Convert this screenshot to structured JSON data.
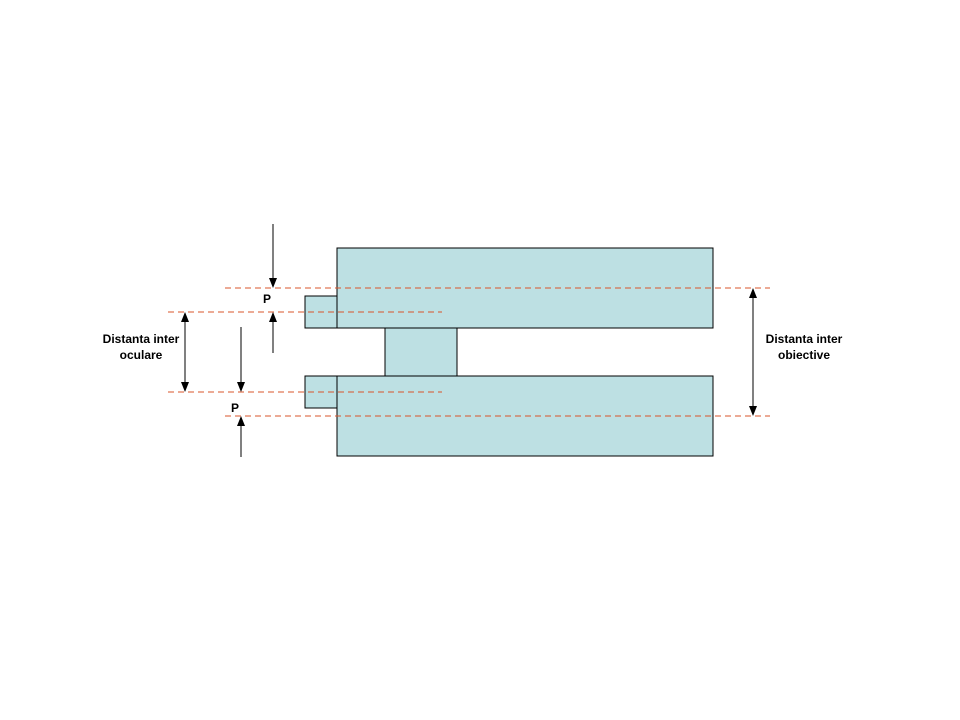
{
  "labels": {
    "interocular_line1": "Distanta inter",
    "interocular_line2": "oculare",
    "interobjective_line1": "Distanta inter",
    "interobjective_line2": "obiective",
    "p_top": "P",
    "p_bottom": "P"
  },
  "colors": {
    "tube_fill": "#bde0e3",
    "outline": "#000000",
    "reference_line": "#d9542b"
  }
}
